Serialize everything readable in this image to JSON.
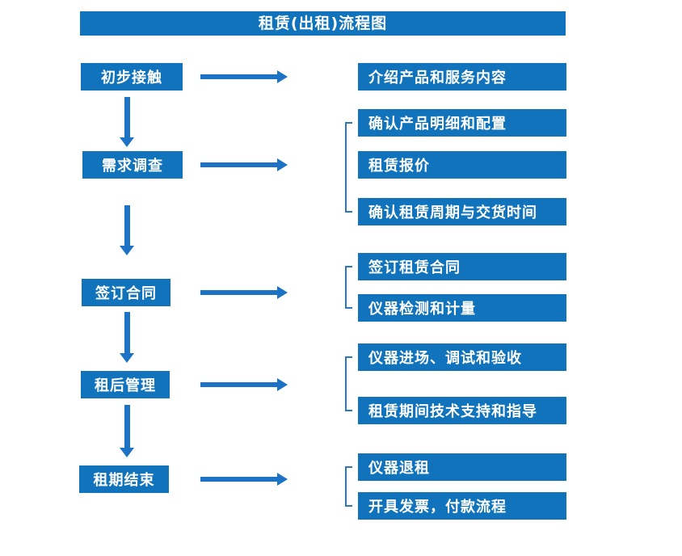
{
  "title": "租赁(出租)流程图",
  "colors": {
    "box_blue": "#1173bc",
    "arrow_blue": "#1c72c4",
    "bracket_blue": "#2b77c2",
    "text_white": "#ffffff"
  },
  "stages": [
    {
      "label": "初步接触",
      "details": [
        "介绍产品和服务内容"
      ]
    },
    {
      "label": "需求调查",
      "details": [
        "确认产品明细和配置",
        "租赁报价",
        "确认租赁周期与交货时间"
      ]
    },
    {
      "label": "签订合同",
      "details": [
        "签订租赁合同",
        "仪器检测和计量"
      ]
    },
    {
      "label": "租后管理",
      "details": [
        "仪器进场、调试和验收",
        "租赁期间技术支持和指导"
      ]
    },
    {
      "label": "租期结束",
      "details": [
        "仪器退租",
        "开具发票，付款流程"
      ]
    }
  ]
}
